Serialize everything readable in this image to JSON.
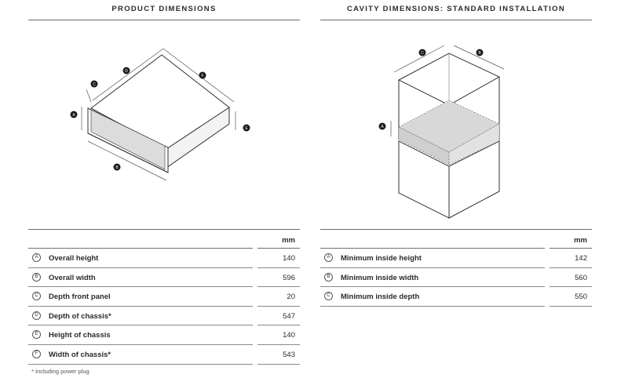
{
  "product": {
    "title": "PRODUCT DIMENSIONS",
    "unit": "mm",
    "rows": [
      {
        "badge": "A",
        "label": "Overall height",
        "value": "140"
      },
      {
        "badge": "B",
        "label": "Overall width",
        "value": "596"
      },
      {
        "badge": "C",
        "label": "Depth front panel",
        "value": "20"
      },
      {
        "badge": "D",
        "label": "Depth of chassis*",
        "value": "547"
      },
      {
        "badge": "E",
        "label": "Height of chassis",
        "value": "140"
      },
      {
        "badge": "F",
        "label": "Width of chassis*",
        "value": "543"
      }
    ],
    "diagram_markers": [
      "A",
      "B",
      "C",
      "D",
      "E",
      "F"
    ],
    "footnote": "* Including power plug"
  },
  "cavity": {
    "title": "CAVITY DIMENSIONS: STANDARD INSTALLATION",
    "unit": "mm",
    "rows": [
      {
        "badge": "A",
        "label": "Minimum inside height",
        "value": "142"
      },
      {
        "badge": "B",
        "label": "Minimum inside width",
        "value": "560"
      },
      {
        "badge": "C",
        "label": "Minimum inside depth",
        "value": "550"
      }
    ],
    "diagram_markers": [
      "A",
      "B",
      "C"
    ]
  }
}
